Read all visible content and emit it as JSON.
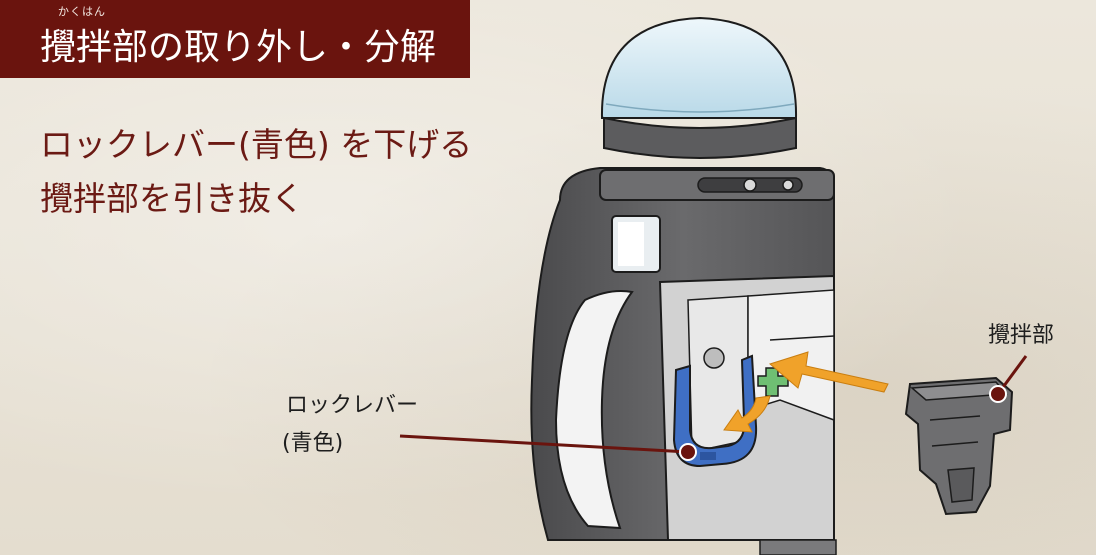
{
  "header": {
    "ruby": "かくはん",
    "title": "攪拌部の取り外し・分解"
  },
  "instructions": [
    "ロックレバー(青色) を下げる",
    "攪拌部を引き抜く"
  ],
  "callouts": {
    "lock_lever_line1": "ロックレバー",
    "lock_lever_line2": "(青色)",
    "stirring_unit": "攪拌部"
  },
  "colors": {
    "banner": "#6a140e",
    "instruction_text": "#6b1a14",
    "lever_blue": "#3f6fc4",
    "arrow_orange": "#f0a22a",
    "latch_green": "#6fbf73",
    "body_gray": "#5a5a5c"
  }
}
